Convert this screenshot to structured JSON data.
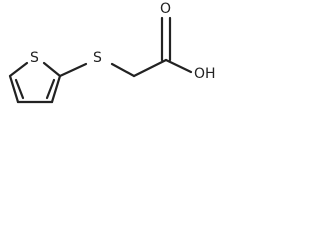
{
  "molecule": {
    "atoms": {
      "ring_sulfur": "S",
      "thioether_sulfur": "S",
      "carbonyl_oxygen": "O",
      "hydroxyl": "OH"
    }
  }
}
